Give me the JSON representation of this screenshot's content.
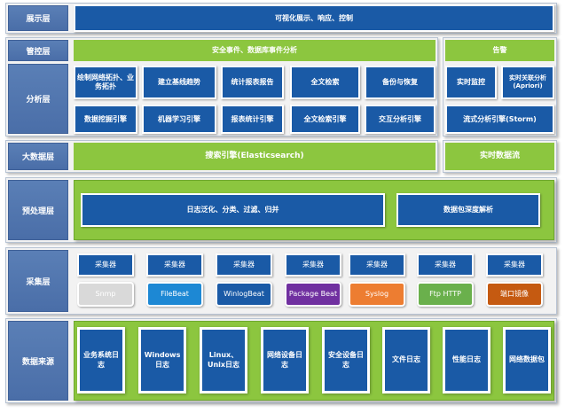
{
  "layers": {
    "display": "展示层",
    "control": "管控层",
    "analysis": "分析层",
    "bigdata": "大数据层",
    "preprocess": "预处理层",
    "collect": "采集层",
    "source": "数据来源"
  },
  "display": {
    "bar": "可视化展示、响应、控制"
  },
  "control": {
    "main": "安全事件、数据库事件分析",
    "alarm": "告警"
  },
  "analysis": {
    "row1": [
      "绘制网络拓扑、业务拓扑",
      "建立基线趋势",
      "统计报表报告",
      "全文检索",
      "备份与恢复"
    ],
    "row2": [
      "数据挖掘引擎",
      "机器学习引擎",
      "报表统计引擎",
      "全文检索引擎",
      "交互分析引擎"
    ],
    "realtime_monitor": "实时监控",
    "realtime_assoc": "实时关联分析(Apriori)",
    "stream_engine": "流式分析引擎(Storm)"
  },
  "bigdata": {
    "search": "搜索引擎(Elasticsearch)",
    "stream": "实时数据流"
  },
  "preprocess": {
    "log": "日志泛化、分类、过滤、归并",
    "packet": "数据包深度解析"
  },
  "collect": {
    "collector_label": "采集器",
    "agents": [
      "Snmp",
      "FileBeat",
      "WinlogBeat",
      "Package Beat",
      "Syslog",
      "Ftp HTTP",
      "端口镜像"
    ]
  },
  "sources": [
    "业务系统日志",
    "Windows日志",
    "Linux、Unix日志",
    "网络设备日志",
    "安全设备日志",
    "文件日志",
    "性能日志",
    "网络数据包"
  ],
  "colors": {
    "blue": "#1a5aa6",
    "green": "#8cc63f",
    "label": "#4f73ad",
    "snmp": "#d9d9d9",
    "filebeat": "#1d88d4",
    "winlogbeat": "#1a5aa6",
    "packagebeat": "#7030a0",
    "syslog": "#ed7d31",
    "ftp": "#6ab04c",
    "mirror": "#c55a11"
  }
}
